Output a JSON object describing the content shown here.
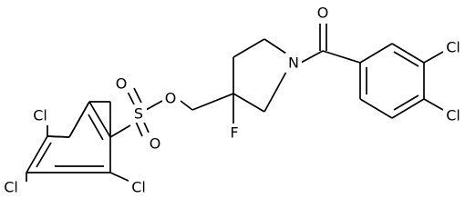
{
  "molecule": {
    "atoms": {
      "cl_2_5_tri_a": "Cl",
      "cl_2_5_tri_b": "Cl",
      "cl_2_5_tri_c": "Cl",
      "sulfur": "S",
      "sulfonyl_o_top": "O",
      "sulfonyl_o_bottom": "O",
      "ester_o": "O",
      "fluorine": "F",
      "nitrogen": "N",
      "carbonyl_o": "O",
      "cl_34_a": "Cl",
      "cl_34_b": "Cl"
    }
  }
}
